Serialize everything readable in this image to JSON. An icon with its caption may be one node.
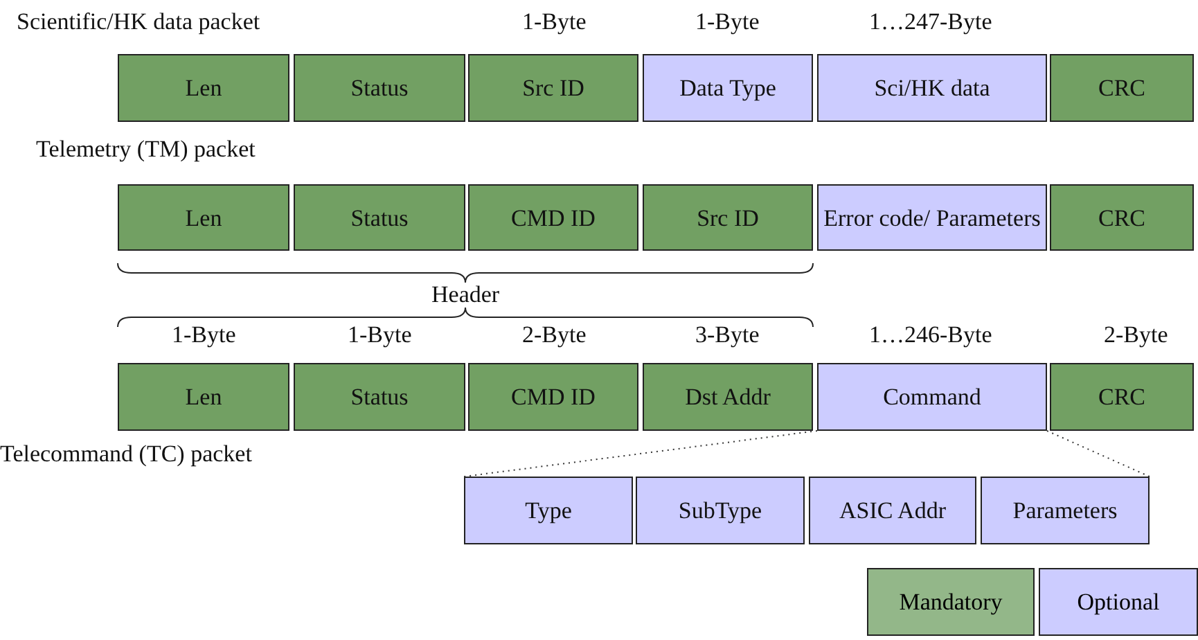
{
  "diagram": {
    "nodes": [
      {
        "text": [
          "Len"
        ]
      },
      {
        "text": [
          "Status"
        ]
      },
      {
        "text": [
          "Src ID"
        ]
      },
      {
        "text": [
          "Data Type"
        ]
      },
      {
        "text": [
          "Sci/HK data"
        ]
      },
      {
        "text": [
          "CRC"
        ]
      },
      {
        "text": [
          "Len"
        ]
      },
      {
        "text": [
          "Status"
        ]
      },
      {
        "text": [
          "CMD ID"
        ]
      },
      {
        "text": [
          "Src ID"
        ]
      },
      {
        "text": [
          "Error code/ Parameters"
        ]
      },
      {
        "text": [
          "CRC"
        ]
      },
      {
        "text": [
          "Len"
        ]
      },
      {
        "text": [
          "Status"
        ]
      },
      {
        "text": [
          "CMD ID"
        ]
      },
      {
        "text": [
          "Dst Addr"
        ]
      },
      {
        "text": [
          "Command"
        ]
      },
      {
        "text": [
          "CRC"
        ]
      },
      {
        "text": [
          "Type"
        ]
      },
      {
        "text": [
          "SubType"
        ]
      },
      {
        "text": [
          "ASIC Addr"
        ]
      },
      {
        "text": [
          "Parameters"
        ]
      }
    ],
    "edges": [
      {
        "from": 16,
        "to": 18,
        "arrow": "none",
        "style": "dashed"
      },
      {
        "from": 16,
        "to": 21,
        "arrow": "none",
        "style": "dashed"
      }
    ],
    "labels": [
      "Scientific/HK data packet",
      "1-Byte",
      "1-Byte",
      "1…247-Byte",
      "Telemetry (TM) packet",
      "Header",
      "1-Byte",
      "1-Byte",
      "2-Byte",
      "3-Byte",
      "1…246-Byte",
      "2-Byte",
      "Telecommand (TC) packet"
    ],
    "legend": [
      {
        "text": "Mandatory",
        "color": "#93b789"
      },
      {
        "text": "Optional",
        "color": "#ccccff"
      }
    ]
  }
}
